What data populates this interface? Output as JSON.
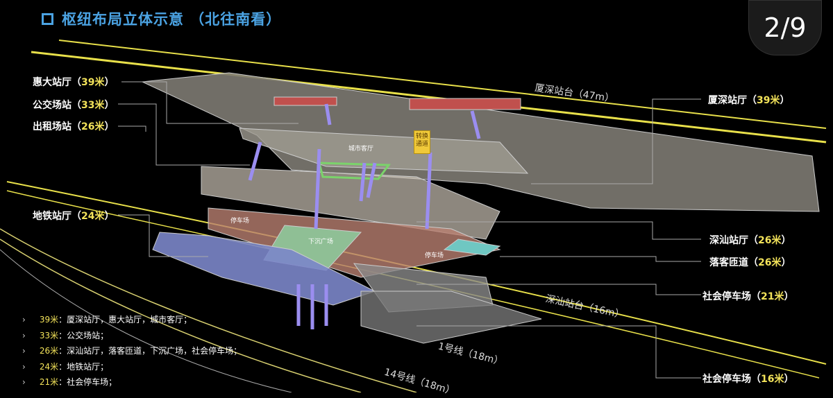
{
  "title": "枢纽布局立体示意 （北往南看）",
  "page_indicator": "2/9",
  "left_labels": [
    {
      "name": "惠大站厅",
      "level": "39米"
    },
    {
      "name": "公交场站",
      "level": "33米"
    },
    {
      "name": "出租场站",
      "level": "26米"
    },
    {
      "name": "地铁站厅",
      "level": "24米"
    }
  ],
  "right_labels": [
    {
      "name": "厦深站厅",
      "level": "39米"
    },
    {
      "name": "深汕站厅",
      "level": "26米"
    },
    {
      "name": "落客匝道",
      "level": "26米"
    },
    {
      "name": "社会停车场",
      "level": "21米"
    },
    {
      "name": "社会停车场",
      "level": "16米"
    }
  ],
  "tracks": [
    "厦深站台（47m）",
    "深汕站台（16m）",
    "1号线（18m）",
    "14号线（18m）"
  ],
  "inner_labels": {
    "city_hall": "城市客厅",
    "transfer": "转换通道",
    "parking_left": "停车场",
    "sunken_plaza": "下沉广场",
    "parking_right": "停车场"
  },
  "legend": [
    {
      "level": "39米",
      "text": "：厦深站厅，惠大站厅，城市客厅；"
    },
    {
      "level": "33米",
      "text": "：公交场站；"
    },
    {
      "level": "26米",
      "text": "：深汕站厅，落客匝道，下沉广场，社会停车场；"
    },
    {
      "level": "24米",
      "text": "：地铁站厅；"
    },
    {
      "level": "21米",
      "text": "：社会停车场；"
    }
  ]
}
